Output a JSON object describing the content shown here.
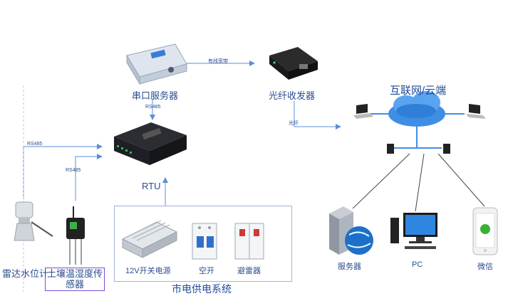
{
  "nodes": {
    "serial_server": "串口服务器",
    "fiber_transceiver": "光纤收发器",
    "internet_cloud": "互联网/云端",
    "rtu": "RTU",
    "radar_level": "雷达水位计",
    "soil_sensor": "土壤温湿度传感器",
    "psu": "12V开关电源",
    "breaker": "空开",
    "arrester": "避雷器",
    "server": "服务器",
    "pc": "PC",
    "wechat": "微信",
    "mains_system": "市电供电系统"
  },
  "links": {
    "wired_broadband": "有线宽带",
    "serial_to_rtu": "RS485",
    "radar_to_rtu": "RS485",
    "soil_to_rtu": "RS485",
    "fiber": "光纤"
  },
  "colors": {
    "line": "#5b8fd8",
    "text": "#2a4d8f",
    "cloud": "#3f8ee6",
    "sensor_box": "#7a4fd6"
  }
}
